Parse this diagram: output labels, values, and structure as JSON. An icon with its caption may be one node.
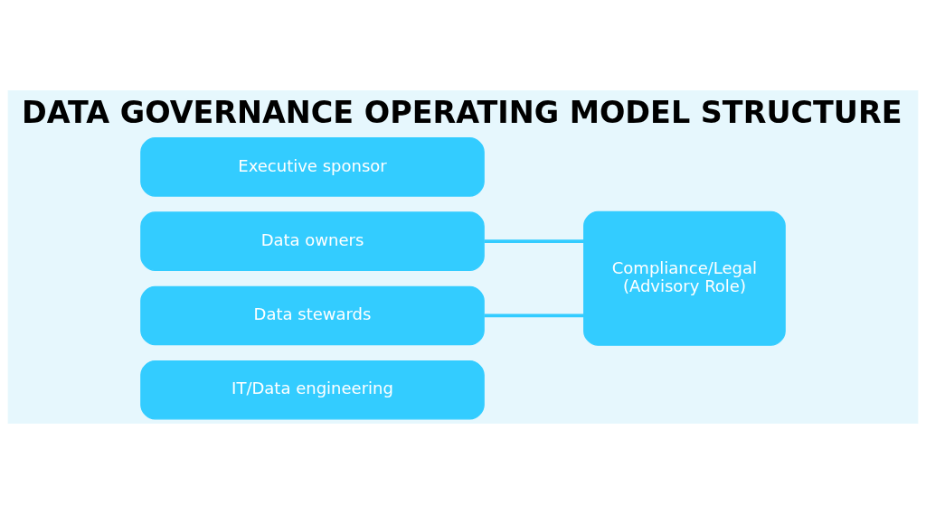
{
  "diagram": {
    "title": "DATA GOVERNANCE OPERATING MODEL STRUCTURE",
    "nodes": [
      {
        "text": [
          "Executive sponsor"
        ]
      },
      {
        "text": [
          "Data owners"
        ]
      },
      {
        "text": [
          "Data stewards"
        ]
      },
      {
        "text": [
          "IT/Data engineering"
        ]
      },
      {
        "text": [
          "Compliance/Legal (Advisory Role)"
        ]
      }
    ],
    "edges": [
      {
        "from": 1,
        "to": 4,
        "arrow": "none"
      },
      {
        "from": 2,
        "to": 4,
        "arrow": "none"
      }
    ]
  }
}
